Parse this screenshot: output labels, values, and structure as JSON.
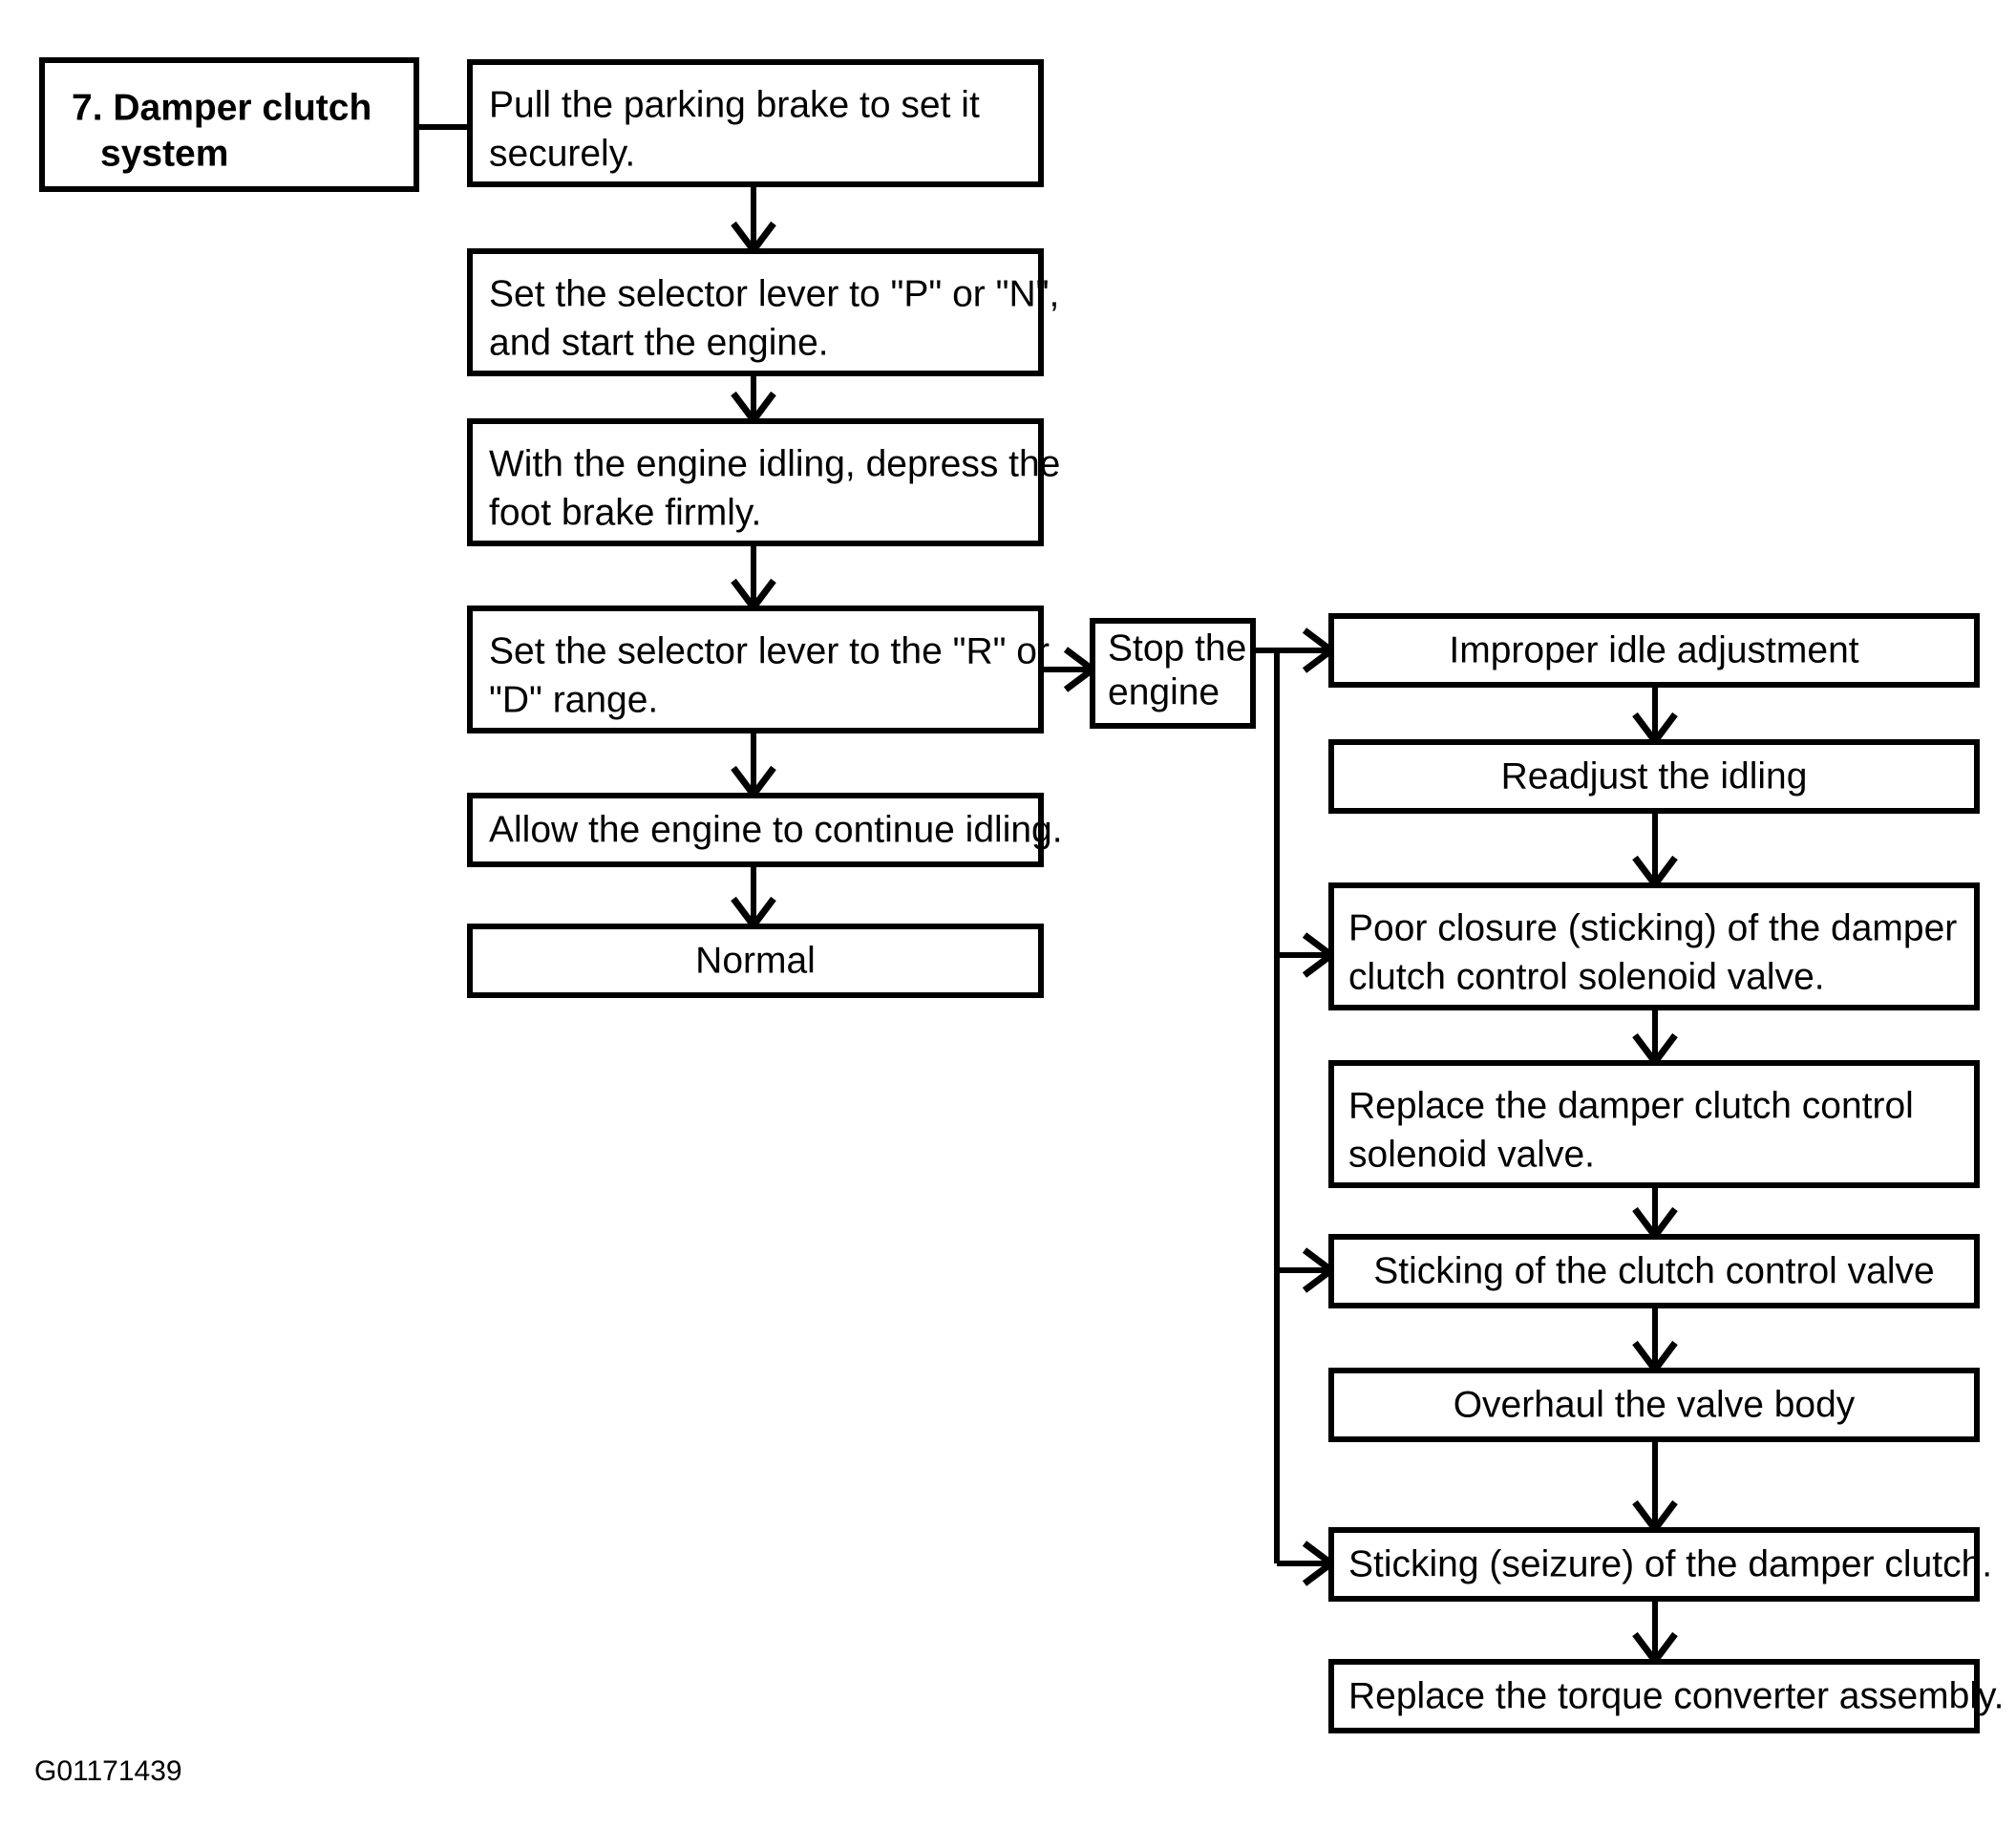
{
  "diagram": {
    "title_box": {
      "line1": "7. Damper clutch",
      "line2": "system"
    },
    "left_column": [
      {
        "id": "pull-parking-brake",
        "line1": "Pull the parking brake to set it",
        "line2": "securely."
      },
      {
        "id": "set-selector-p-n",
        "line1": "Set the selector lever to \"P\" or \"N\",",
        "line2": "and start the engine."
      },
      {
        "id": "engine-idling-foot-brake",
        "line1": "With the engine idling, depress the",
        "line2": "foot brake firmly."
      },
      {
        "id": "set-selector-r-d",
        "line1": "Set the selector lever to the \"R\" or",
        "line2": "\"D\" range."
      },
      {
        "id": "allow-continue-idling",
        "line1": "Allow the engine to continue idling.",
        "line2": ""
      },
      {
        "id": "normal",
        "line1": "Normal",
        "line2": ""
      }
    ],
    "branch_box": {
      "id": "stop-the-engine",
      "line1": "Stop the",
      "line2": "engine"
    },
    "right_column": [
      {
        "id": "improper-idle-adjustment",
        "line1": "Improper idle adjustment",
        "line2": ""
      },
      {
        "id": "readjust-the-idling",
        "line1": "Readjust the idling",
        "line2": ""
      },
      {
        "id": "poor-closure-solenoid",
        "line1": "Poor closure (sticking) of the damper",
        "line2": "clutch control solenoid valve."
      },
      {
        "id": "replace-solenoid-valve",
        "line1": "Replace the damper clutch control",
        "line2": "solenoid valve."
      },
      {
        "id": "sticking-clutch-control-valve",
        "line1": "Sticking of the clutch control valve",
        "line2": ""
      },
      {
        "id": "overhaul-valve-body",
        "line1": "Overhaul the valve body",
        "line2": ""
      },
      {
        "id": "sticking-seizure-damper-clutch",
        "line1": "Sticking (seizure) of the damper clutch.",
        "line2": ""
      },
      {
        "id": "replace-torque-converter",
        "line1": "Replace the torque converter assembly.",
        "line2": ""
      }
    ],
    "caption": "G01171439",
    "colors": {
      "line": "#000000",
      "background": "#ffffff",
      "text": "#000000"
    }
  }
}
